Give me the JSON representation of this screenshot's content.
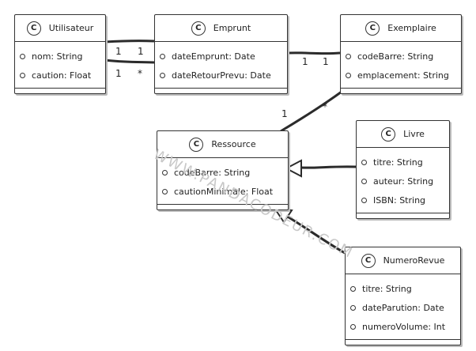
{
  "classes": {
    "utilisateur": {
      "stereotype": "C",
      "name": "Utilisateur",
      "attributes": [
        "nom: String",
        "caution: Float"
      ]
    },
    "emprunt": {
      "stereotype": "C",
      "name": "Emprunt",
      "attributes": [
        "dateEmprunt: Date",
        "dateRetourPrevu: Date"
      ]
    },
    "exemplaire": {
      "stereotype": "C",
      "name": "Exemplaire",
      "attributes": [
        "codeBarre: String",
        "emplacement: String"
      ]
    },
    "ressource": {
      "stereotype": "C",
      "name": "Ressource",
      "attributes": [
        "codeBarre: String",
        "cautionMinimale: Float"
      ]
    },
    "livre": {
      "stereotype": "C",
      "name": "Livre",
      "attributes": [
        "titre: String",
        "auteur: String",
        "ISBN: String"
      ]
    },
    "numerorevue": {
      "stereotype": "C",
      "name": "NumeroRevue",
      "attributes": [
        "titre: String",
        "dateParution: Date",
        "numeroVolume: Int"
      ]
    }
  },
  "multiplicities": {
    "utilisateur_emprunt_top_left": "1",
    "utilisateur_emprunt_top_right": "1",
    "utilisateur_emprunt_bottom_left": "1",
    "utilisateur_emprunt_bottom_right": "*",
    "emprunt_exemplaire_left": "1",
    "emprunt_exemplaire_right": "1",
    "exemplaire_ressource_top": "*",
    "exemplaire_ressource_bottom": "1"
  },
  "watermark": "WWW.PANDACODEUR.COM"
}
